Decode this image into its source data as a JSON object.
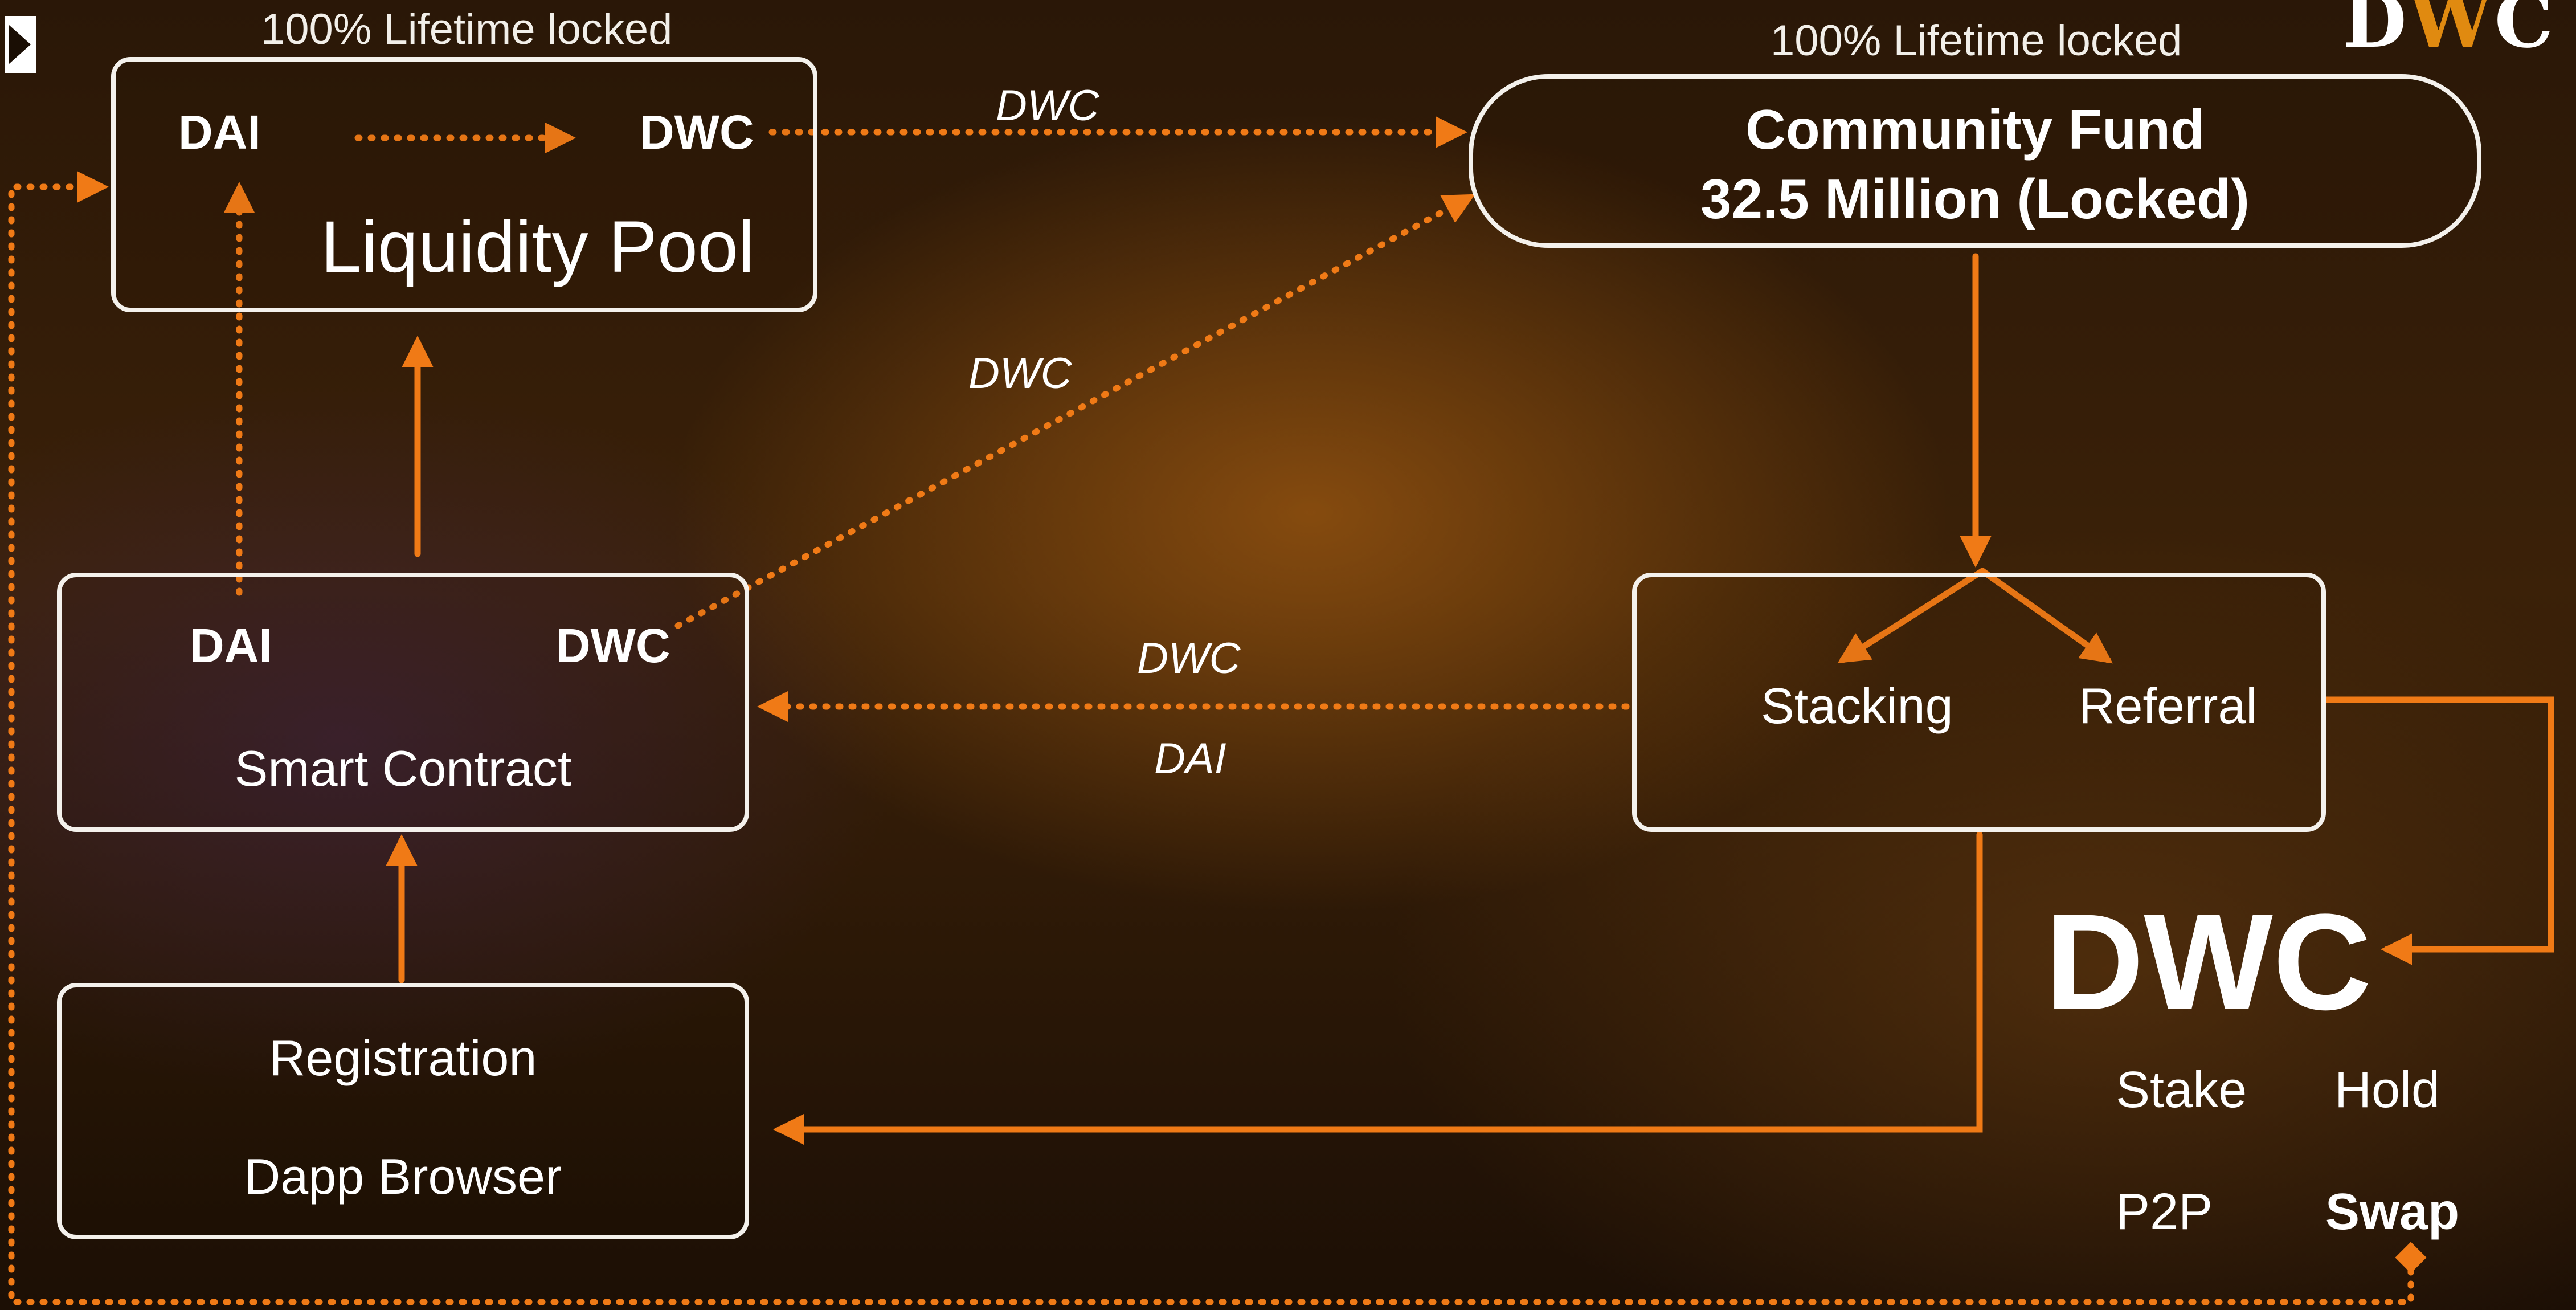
{
  "brand": {
    "logo_text": "DWC",
    "logo_accent_letter": "W",
    "accent_color": "#f07a16",
    "slide_icon": "presentation-play-icon"
  },
  "liquidity_pool": {
    "caption": "100% Lifetime locked",
    "title": "Liquidity Pool",
    "left_token": "DAI",
    "right_token": "DWC"
  },
  "community_fund": {
    "caption": "100% Lifetime locked",
    "line1": "Community Fund",
    "line2": "32.5 Million (Locked)"
  },
  "smart_contract": {
    "title": "Smart Contract",
    "left_token": "DAI",
    "right_token": "DWC"
  },
  "registration": {
    "line1": "Registration",
    "line2": "Dapp Browser"
  },
  "rewards": {
    "left": "Stacking",
    "right": "Referral"
  },
  "flows": {
    "pool_to_fund": "DWC",
    "contract_to_fund": "DWC",
    "rewards_to_contract_top": "DWC",
    "rewards_to_contract_bottom": "DAI"
  },
  "dwc_panel": {
    "title": "DWC",
    "options": [
      "Stake",
      "Hold",
      "P2P",
      "Swap"
    ],
    "highlighted_option": "Swap"
  },
  "colors": {
    "background": "#2a1707",
    "line": "#f07a16",
    "box_border": "#f4f1ec",
    "text": "#ffffff"
  }
}
